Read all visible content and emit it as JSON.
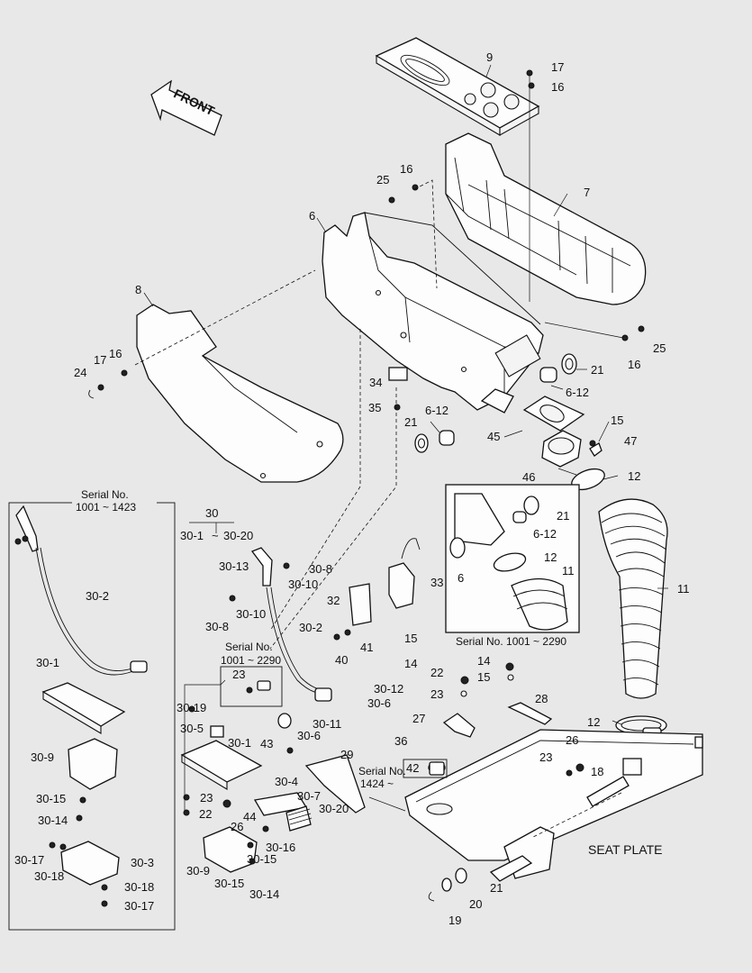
{
  "front_arrow": "FRONT",
  "seat_plate": "SEAT PLATE",
  "serial_left": {
    "title": "Serial No.",
    "range": "1001 ~ 1423"
  },
  "serial_right": {
    "title": "Serial No. 1001 ~ 2290"
  },
  "serial_mid": {
    "title": "Serial No.",
    "range": "1001 ~ 2290"
  },
  "serial_small": {
    "title": "Serial No.",
    "range": "1424 ~"
  },
  "assembly_30": {
    "num": "30",
    "range_a": "30-1",
    "sep": "~",
    "range_b": "30-20"
  },
  "callouts": {
    "p9": "9",
    "p17a": "17",
    "p16a": "16",
    "p7": "7",
    "p25a": "25",
    "p16b": "16",
    "p6": "6",
    "p8": "8",
    "p17b": "17",
    "p16c": "16",
    "p24": "24",
    "p25b": "25",
    "p16d": "16",
    "p21a": "21",
    "p6_12a": "6-12",
    "p34": "34",
    "p35": "35",
    "p21b": "21",
    "p6_12b": "6-12",
    "p15a": "15",
    "p47": "47",
    "p45": "45",
    "p46": "46",
    "p12a": "12",
    "i21": "21",
    "i6_12": "6-12",
    "i12": "12",
    "i11": "11",
    "i6": "6",
    "p11": "11",
    "p12b": "12",
    "l30_2": "30-2",
    "l30_1": "30-1",
    "l30_9": "30-9",
    "l30_15": "30-15",
    "l30_14": "30-14",
    "l30_17a": "30-17",
    "l30_18a": "30-18",
    "l30_3": "30-3",
    "l30_18b": "30-18",
    "l30_17b": "30-17",
    "m30_13": "30-13",
    "m30_8a": "30-8",
    "m30_10a": "30-10",
    "m30_8b": "30-8",
    "m30_10b": "30-10",
    "m30_2": "30-2",
    "m23a": "23",
    "m30_19": "30-19",
    "m30_12": "30-12",
    "m30_6a": "30-6",
    "m30_11": "30-11",
    "m30_6b": "30-6",
    "m30_5": "30-5",
    "m30_1": "30-1",
    "m43": "43",
    "m29": "29",
    "m23b": "23",
    "m22a": "22",
    "m44": "44",
    "m30_4": "30-4",
    "m30_7": "30-7",
    "m30_20": "30-20",
    "m26a": "26",
    "m30_16": "30-16",
    "m30_9": "30-9",
    "m30_15a": "30-15",
    "m30_15b": "30-15",
    "m30_14": "30-14",
    "p33": "33",
    "p32": "32",
    "p41": "41",
    "p15b": "15",
    "p40": "40",
    "p14a": "14",
    "p22b": "22",
    "p15c": "15",
    "p14b": "14",
    "p23c": "23",
    "p28": "28",
    "p27": "27",
    "p36": "36",
    "p42": "42",
    "p23d": "23",
    "p26b": "26",
    "p18": "18",
    "p21c": "21",
    "p20": "20",
    "p19": "19"
  }
}
